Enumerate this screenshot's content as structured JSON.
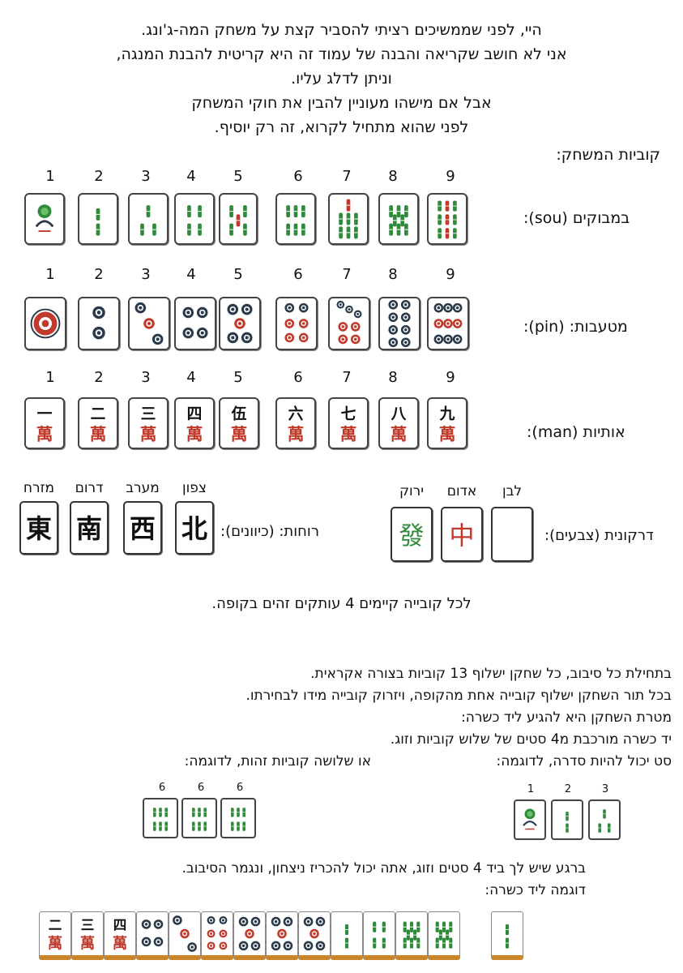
{
  "intro": [
    "היי, לפני שממשיכים רציתי להסביר קצת על משחק המה-ג'ונג.",
    "אני לא חושב שקריאה והבנה של עמוד זה היא קריטית להבנת המנגה,",
    "וניתן לדלג עליו.",
    "אבל אם מישהו מעוניין להבין את חוקי המשחק",
    "לפני שהוא מתחיל לקרוא, זה רק יוסיף."
  ],
  "tiles_heading": "קוביות המשחק:",
  "suit_numbers": [
    "1",
    "2",
    "3",
    "4",
    "5",
    "6",
    "7",
    "8",
    "9"
  ],
  "suits": {
    "sou_label": "במבוקים (sou):",
    "pin_label": "מטעבות: (pin):",
    "man_label": "אותיות (man):"
  },
  "man_glyphs": [
    "一",
    "二",
    "三",
    "四",
    "伍",
    "六",
    "七",
    "八",
    "九"
  ],
  "man_char": "萬",
  "winds": {
    "label": "רוחות: (כיוונים):",
    "names": [
      "מזרח",
      "דרום",
      "מערב",
      "צפון"
    ],
    "glyphs": [
      "東",
      "南",
      "西",
      "北"
    ]
  },
  "dragons": {
    "label": "דרקונית (צבעים):",
    "names": [
      "ירוק",
      "אדום",
      "לבן"
    ],
    "glyphs": [
      "發",
      "中",
      ""
    ]
  },
  "copies_note": "לכל קובייה קיימים 4 עותקים זהים בקופה.",
  "rules": [
    "בתחילת כל סיבוב, כל שחקן ישלוף 13 קוביות בצורה אקראית.",
    "בכל תור השחקן ישלוף קובייה אחת מהקופה, ויזרוק קובייה מידו לבחירתו.",
    "מטרת השחקן היא להגיע ליד כשרה:",
    "יד כשרה מורכבת מ4 סטים של שלוש קוביות וזוג.",
    "סט יכול להיות סדרה, לדוגמה:"
  ],
  "or_text": "או שלושה קוביות זהות, לדוגמה:",
  "seq_numbers": [
    "1",
    "2",
    "3"
  ],
  "triple_numbers": [
    "6",
    "6",
    "6"
  ],
  "win_text": "ברגע שיש לך ביד 4 סטים וזוג, אתה יכול להכריז ניצחון, ונגמר הסיבוב.",
  "example_text": "דוגמה ליד כשרה:"
}
